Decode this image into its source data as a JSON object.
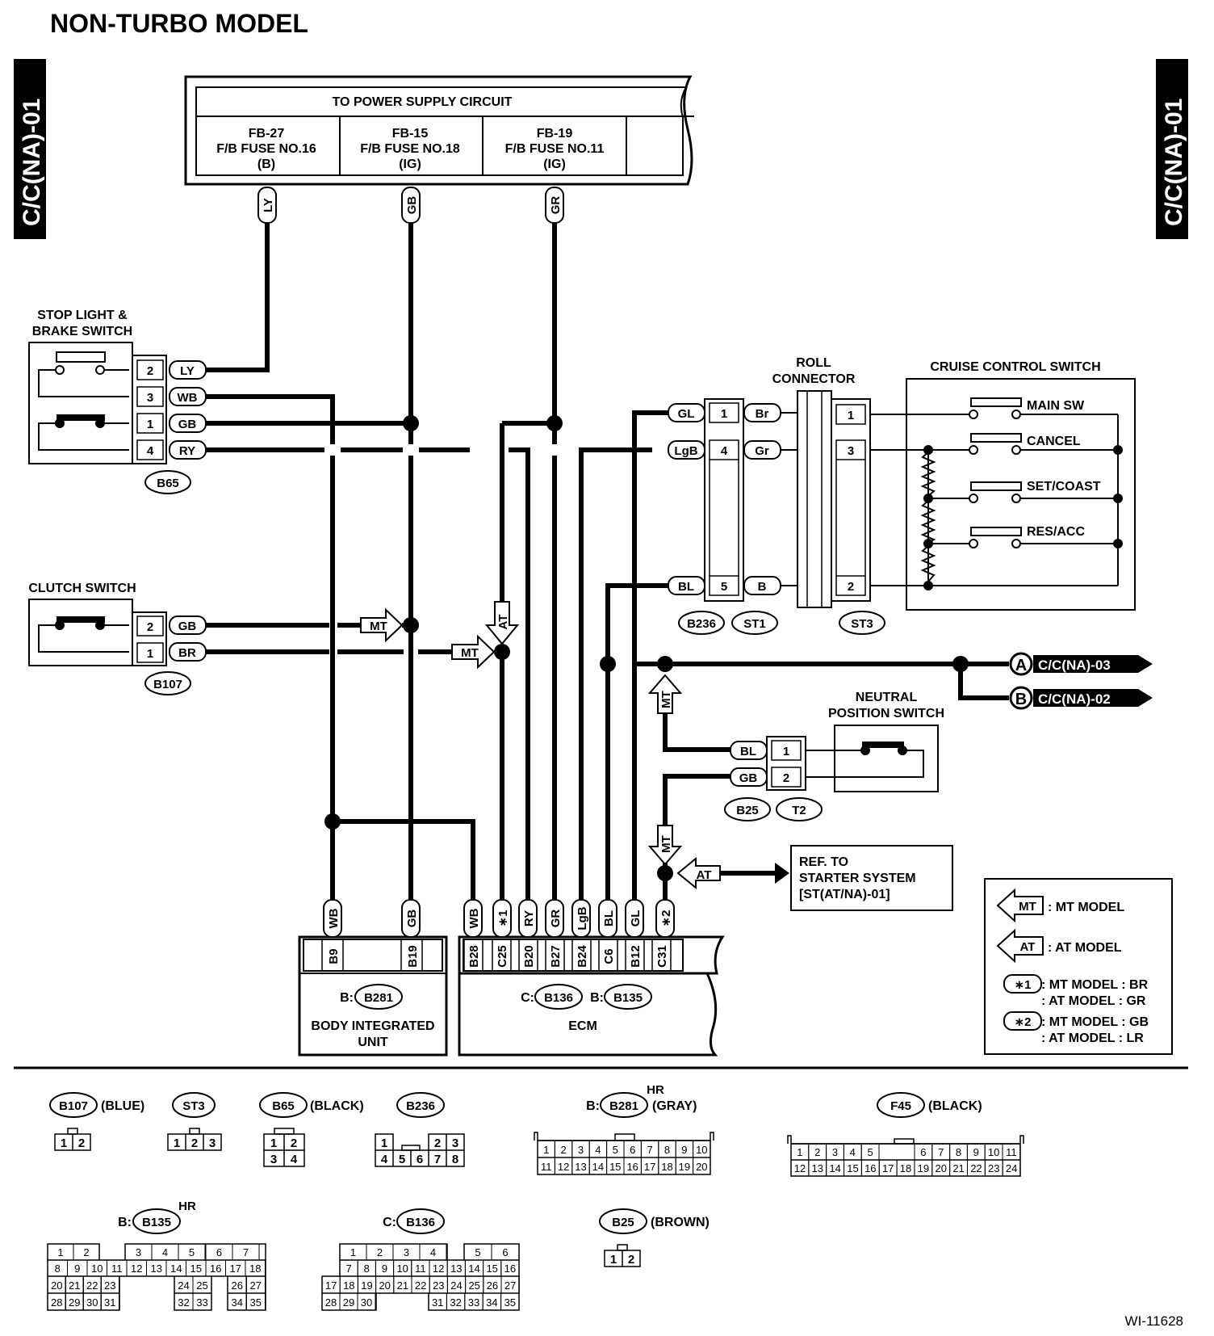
{
  "title": "NON-TURBO MODEL",
  "side_tab": "C/C(NA)-01",
  "figure_id": "WI-11628",
  "power_supply": {
    "header": "TO POWER SUPPLY CIRCUIT",
    "fuses": [
      {
        "line1": "FB-27",
        "line2": "F/B FUSE NO.16",
        "line3": "(B)",
        "wire": "LY"
      },
      {
        "line1": "FB-15",
        "line2": "F/B FUSE NO.18",
        "line3": "(IG)",
        "wire": "GB"
      },
      {
        "line1": "FB-19",
        "line2": "F/B FUSE NO.11",
        "line3": "(IG)",
        "wire": "GR"
      }
    ]
  },
  "stop_light_switch": {
    "label1": "STOP LIGHT &",
    "label2": "BRAKE SWITCH",
    "connector": "B65",
    "pins": [
      {
        "pin": "2",
        "wire": "LY"
      },
      {
        "pin": "3",
        "wire": "WB"
      },
      {
        "pin": "1",
        "wire": "GB"
      },
      {
        "pin": "4",
        "wire": "RY"
      }
    ]
  },
  "clutch_switch": {
    "label": "CLUTCH SWITCH",
    "connector": "B107",
    "pins": [
      {
        "pin": "2",
        "wire": "GB"
      },
      {
        "pin": "1",
        "wire": "BR"
      }
    ]
  },
  "tags": {
    "mt": "MT",
    "at": "AT",
    "star1": "∗1",
    "star2": "∗2"
  },
  "roll_connector": {
    "label1": "ROLL",
    "label2": "CONNECTOR",
    "connectors": [
      "B236",
      "ST1",
      "ST3"
    ],
    "rows": [
      {
        "wire_left": "GL",
        "pin": "1",
        "wire_right": "Br",
        "st3_pin": "1"
      },
      {
        "wire_left": "LgB",
        "pin": "4",
        "wire_right": "Gr",
        "st3_pin": "3"
      },
      {
        "wire_left": "BL",
        "pin": "5",
        "wire_right": "B",
        "st3_pin": "2"
      }
    ]
  },
  "cruise_switch": {
    "label": "CRUISE CONTROL SWITCH",
    "switches": [
      "MAIN SW",
      "CANCEL",
      "SET/COAST",
      "RES/ACC"
    ]
  },
  "refs": [
    {
      "letter": "A",
      "text": "C/C(NA)-03"
    },
    {
      "letter": "B",
      "text": "C/C(NA)-02"
    }
  ],
  "neutral_switch": {
    "label1": "NEUTRAL",
    "label2": "POSITION SWITCH",
    "connectors": [
      "B25",
      "T2"
    ],
    "pins": [
      {
        "pin": "1",
        "wire": "BL"
      },
      {
        "pin": "2",
        "wire": "GB"
      }
    ]
  },
  "starter_ref": {
    "line1": "REF. TO",
    "line2": "STARTER SYSTEM",
    "line3": "[ST(AT/NA)-01]"
  },
  "body_unit": {
    "prefix": "B:",
    "connector": "B281",
    "label1": "BODY INTEGRATED",
    "label2": "UNIT",
    "terminals": [
      {
        "wire": "WB",
        "pin": "B9"
      },
      {
        "wire": "GB",
        "pin": "B19"
      }
    ]
  },
  "ecm": {
    "prefix_c": "C:",
    "connector_c": "B136",
    "prefix_b": "B:",
    "connector_b": "B135",
    "label": "ECM",
    "terminals": [
      {
        "wire": "WB",
        "pin": "B28"
      },
      {
        "wire": "∗1",
        "pin": "C25"
      },
      {
        "wire": "RY",
        "pin": "B20"
      },
      {
        "wire": "GR",
        "pin": "B27"
      },
      {
        "wire": "LgB",
        "pin": "B24"
      },
      {
        "wire": "BL",
        "pin": "C6"
      },
      {
        "wire": "GL",
        "pin": "B12"
      },
      {
        "wire": "∗2",
        "pin": "C31"
      }
    ]
  },
  "legend": {
    "mt": ": MT MODEL",
    "at": ": AT MODEL",
    "star1_a": ": MT MODEL : BR",
    "star1_b": ": AT MODEL : GR",
    "star2_a": ": MT MODEL : GB",
    "star2_b": ": AT MODEL : LR"
  },
  "connector_views": [
    {
      "id": "B107",
      "color": "(BLUE)"
    },
    {
      "id": "ST3",
      "color": ""
    },
    {
      "id": "B65",
      "color": "(BLACK)"
    },
    {
      "id": "B236",
      "color": ""
    },
    {
      "id": "B281",
      "prefix": "B:",
      "color": "(GRAY)",
      "note": "HR"
    },
    {
      "id": "F45",
      "color": "(BLACK)"
    },
    {
      "id": "B135",
      "prefix": "B:",
      "note": "HR"
    },
    {
      "id": "B136",
      "prefix": "C:"
    },
    {
      "id": "B25",
      "color": "(BROWN)"
    }
  ]
}
